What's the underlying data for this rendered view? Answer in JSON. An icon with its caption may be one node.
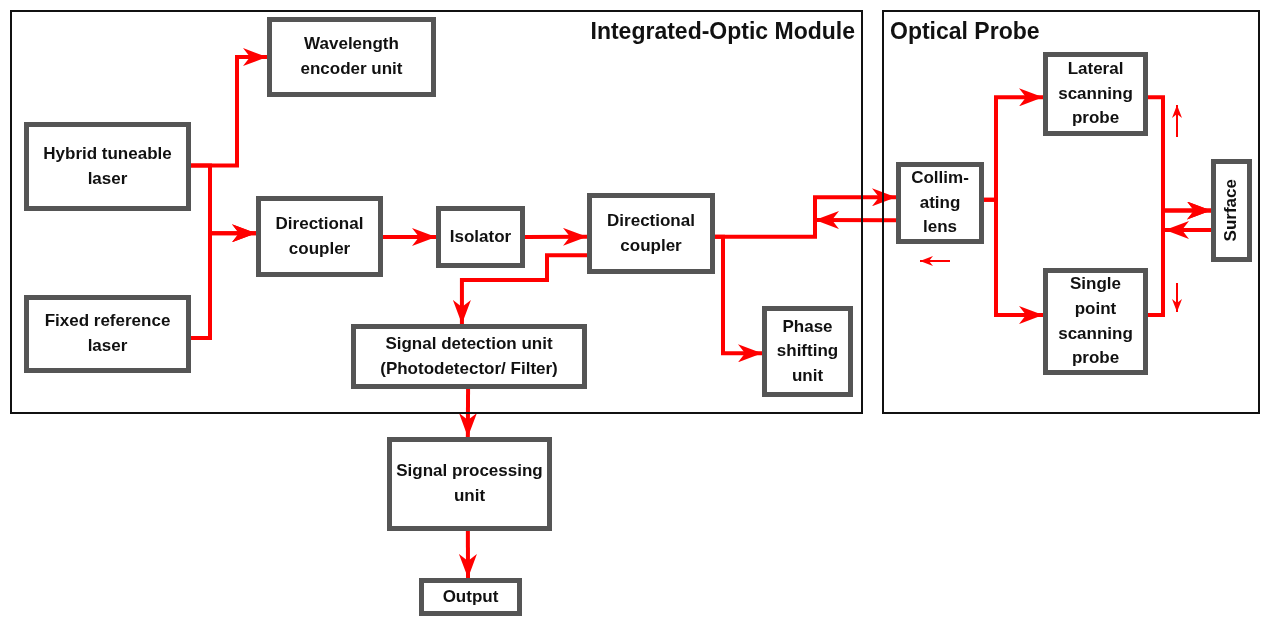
{
  "diagram": {
    "nodes": [
      {
        "text": [
          "Integrated-Optic Module"
        ]
      },
      {
        "text": [
          "Wavelength encoder unit"
        ],
        "in": 0
      },
      {
        "text": [
          "Hybrid tuneable laser"
        ],
        "in": 0
      },
      {
        "text": [
          "Directional coupler"
        ],
        "in": 0
      },
      {
        "text": [
          "Isolator"
        ],
        "in": 0
      },
      {
        "text": [
          "Directional coupler"
        ],
        "in": 0
      },
      {
        "text": [
          "Signal detection unit (Photodetector/ Filter)"
        ],
        "in": 0
      },
      {
        "text": [
          "Fixed reference laser"
        ],
        "in": 0
      },
      {
        "text": [
          "Phase shifting unit"
        ],
        "in": 0
      },
      {
        "text": [
          "Optical Probe"
        ]
      },
      {
        "text": [
          "Collim- ating lens"
        ],
        "in": 9
      },
      {
        "text": [
          "Lateral scanning probe"
        ],
        "in": 9
      },
      {
        "text": [
          "Single point scanning probe"
        ],
        "in": 9
      },
      {
        "text": [
          "Surface"
        ],
        "in": 9
      },
      {
        "text": [
          "Signal processing unit"
        ]
      },
      {
        "text": [
          "Output"
        ]
      }
    ],
    "edges": [
      {
        "from": 2,
        "to": 1,
        "arrow": "to"
      },
      {
        "from": 2,
        "to": 3,
        "arrow": "to"
      },
      {
        "from": 7,
        "to": 3,
        "arrow": "to"
      },
      {
        "from": 3,
        "to": 4,
        "arrow": "to"
      },
      {
        "from": 4,
        "to": 5,
        "arrow": "to"
      },
      {
        "from": 5,
        "to": 6,
        "arrow": "to"
      },
      {
        "from": 6,
        "to": 14,
        "arrow": "to"
      },
      {
        "from": 14,
        "to": 15,
        "arrow": "to"
      },
      {
        "from": 5,
        "to": 8,
        "arrow": "to"
      },
      {
        "from": 5,
        "to": 10,
        "arrow": "to"
      },
      {
        "from": 10,
        "to": null,
        "arrow": "to"
      },
      {
        "from": 10,
        "to": 11,
        "arrow": "to"
      },
      {
        "from": 10,
        "to": 12,
        "arrow": "to"
      },
      {
        "from": 11,
        "to": 13,
        "arrow": "to"
      },
      {
        "from": 12,
        "to": 13,
        "arrow": "to"
      },
      {
        "from": 13,
        "to": null,
        "arrow": "to"
      }
    ]
  }
}
